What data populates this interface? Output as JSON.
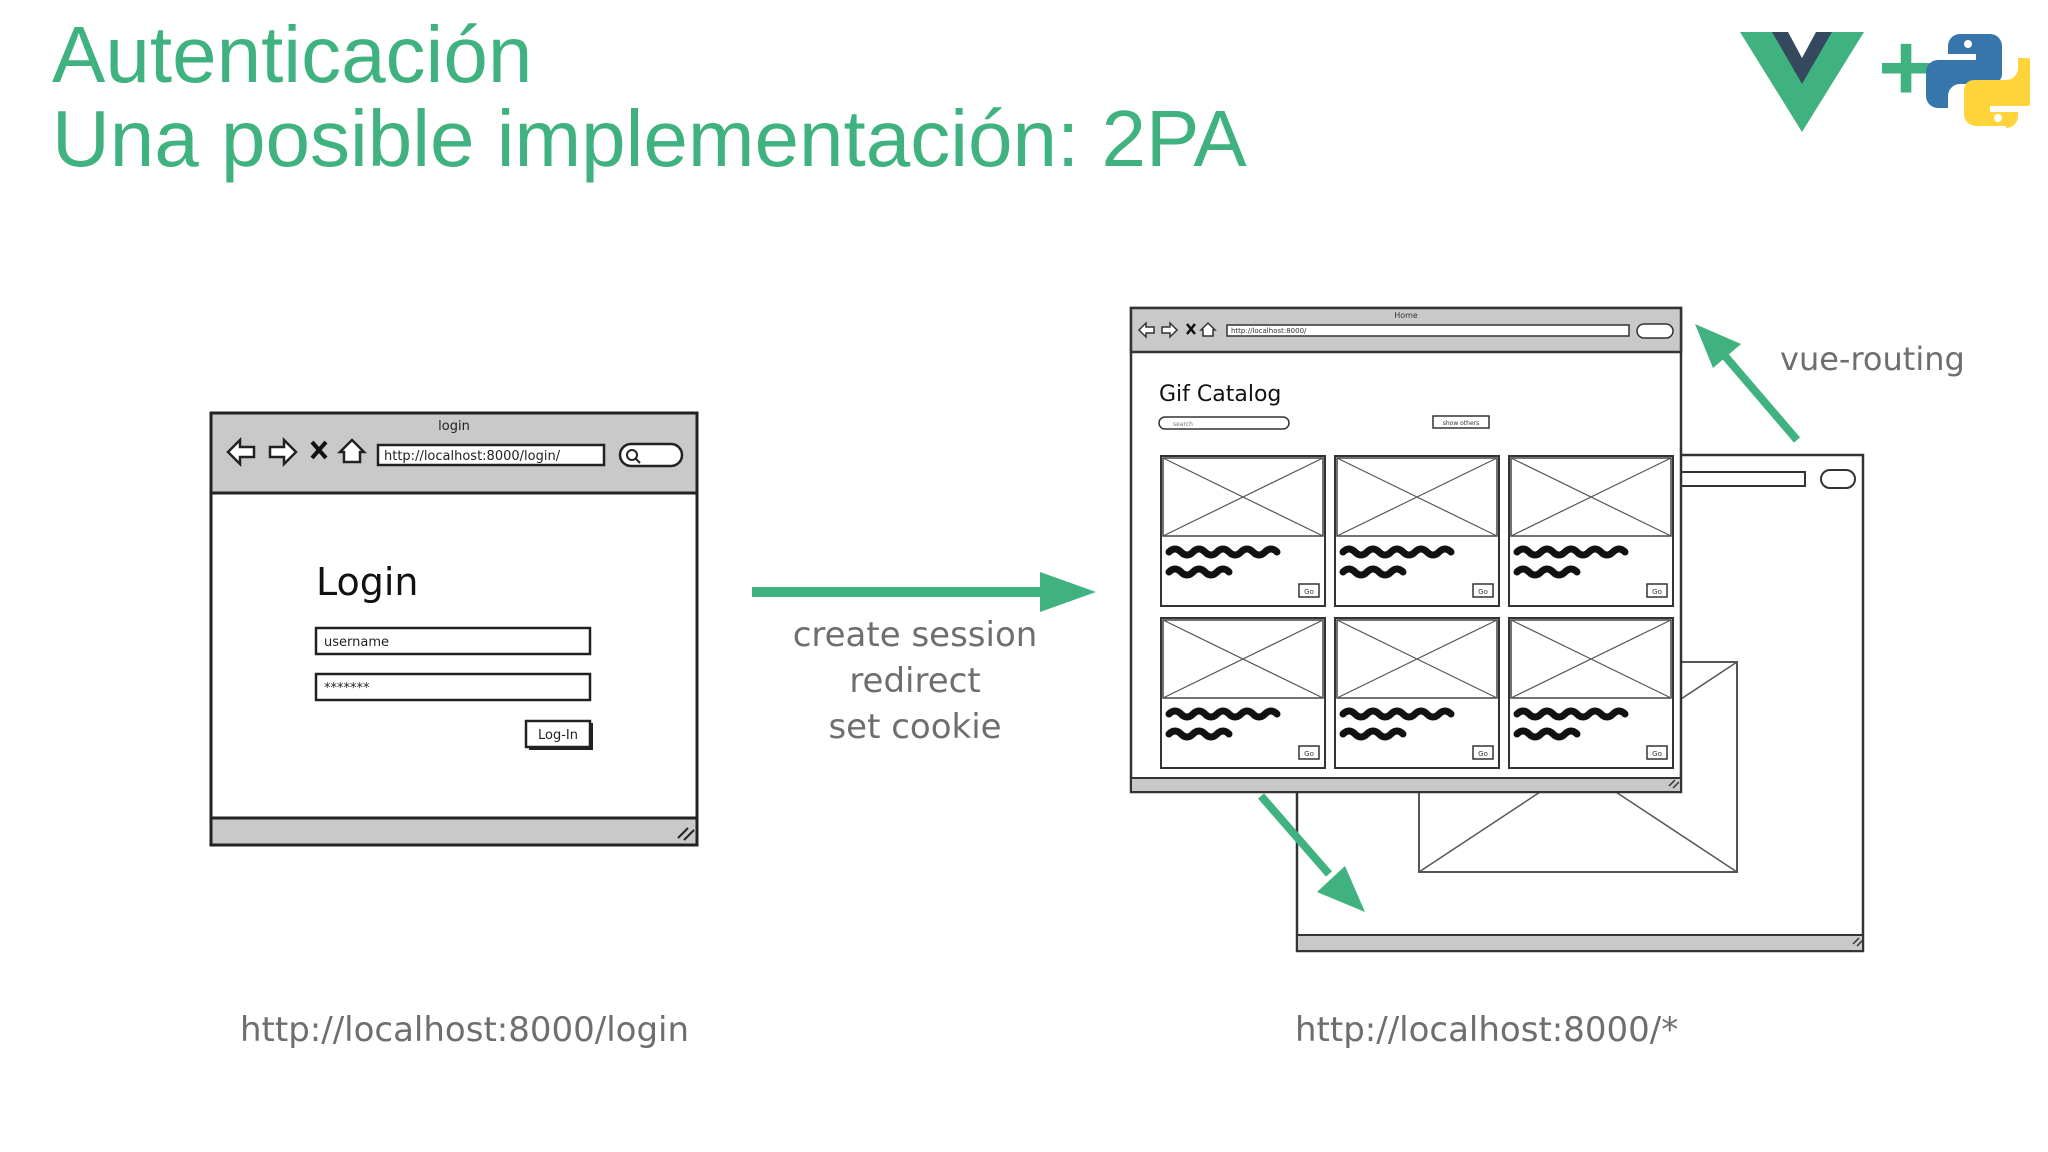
{
  "slide": {
    "title_line1": "Autenticación",
    "title_line2": "Una posible implementación: 2PA",
    "accent_color": "#3fb27f",
    "logo": {
      "left_icon": "vue-v-icon",
      "plus": "+",
      "right_icon": "python-icon"
    }
  },
  "login_mockup": {
    "window_title": "login",
    "url": "http://localhost:8000/login/",
    "heading": "Login",
    "username_value": "username",
    "password_value": "*******",
    "button_label": "Log-In",
    "caption": "http://localhost:8000/login"
  },
  "transition": {
    "lines": [
      "create session",
      "redirect",
      "set cookie"
    ]
  },
  "catalog_mockup": {
    "window_title": "Home",
    "url": "http://localhost:8000/",
    "heading": "Gif Catalog",
    "search_placeholder": "search",
    "show_others_label": "show others",
    "tile_button_label": "Go",
    "caption": "http://localhost:8000/*"
  },
  "routing": {
    "label": "vue-routing"
  }
}
